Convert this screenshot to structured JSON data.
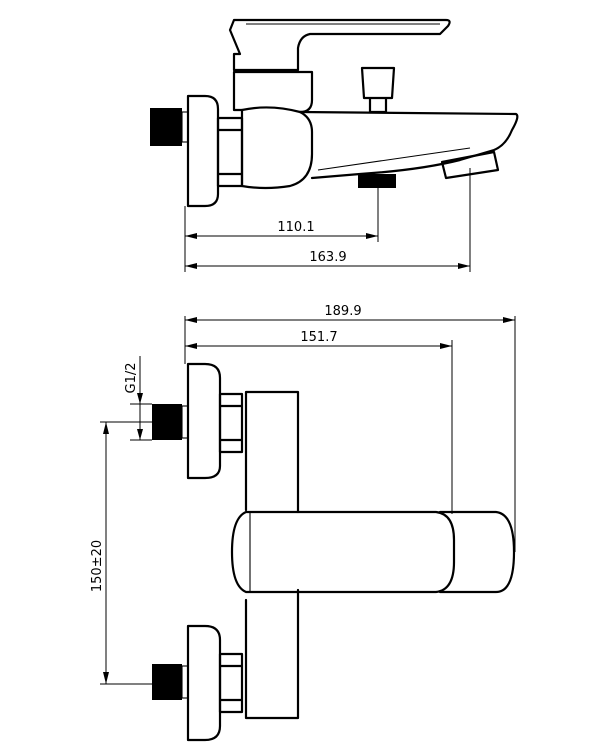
{
  "dimensions": {
    "side_to_outlet": "110.1",
    "side_to_spout_tip": "163.9",
    "front_overall": "189.9",
    "front_to_lever": "151.7",
    "thread": "G1/2",
    "center_distance": "150±20"
  }
}
